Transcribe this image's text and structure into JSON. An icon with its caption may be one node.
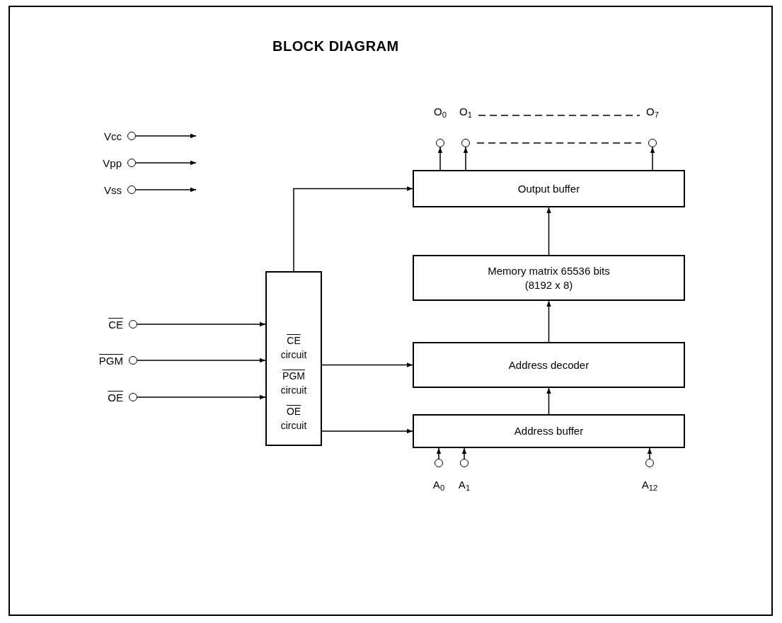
{
  "diagram": {
    "title": "BLOCK DIAGRAM",
    "nodes": [
      {
        "text": [
          "Vcc"
        ]
      },
      {
        "text": [
          "Vpp"
        ]
      },
      {
        "text": [
          "Vss"
        ]
      },
      {
        "text": [
          "CE"
        ]
      },
      {
        "text": [
          "PGM"
        ]
      },
      {
        "text": [
          "OE"
        ]
      },
      {
        "text": [
          "CE",
          "circuit",
          "PGM",
          "circuit",
          "OE",
          "circuit"
        ]
      },
      {
        "text": [
          "Output buffer"
        ]
      },
      {
        "text": [
          "Memory matrix 65536 bits (8192 x 8)"
        ]
      },
      {
        "text": [
          "Address decoder"
        ]
      },
      {
        "text": [
          "Address buffer"
        ]
      },
      {
        "text": [
          "O$_{0}$"
        ]
      },
      {
        "text": [
          "O$_{1}$"
        ]
      },
      {
        "text": [
          "O$_{7}$"
        ]
      },
      {
        "text": [
          "A$_{0}$"
        ]
      },
      {
        "text": [
          "A$_{1}$"
        ]
      },
      {
        "text": [
          "A$_{12}$"
        ]
      }
    ],
    "edges": [
      {
        "from": 0,
        "to": null,
        "arrow": "to"
      },
      {
        "from": 1,
        "to": null,
        "arrow": "to"
      },
      {
        "from": 2,
        "to": null,
        "arrow": "to"
      },
      {
        "from": 3,
        "to": 6,
        "arrow": "to"
      },
      {
        "from": 4,
        "to": 6,
        "arrow": "to"
      },
      {
        "from": 5,
        "to": 6,
        "arrow": "to"
      },
      {
        "from": 6,
        "to": 7,
        "arrow": "to"
      },
      {
        "from": 6,
        "to": 9,
        "arrow": "to"
      },
      {
        "from": 6,
        "to": 10,
        "arrow": "to"
      },
      {
        "from": 10,
        "to": 9,
        "arrow": "to"
      },
      {
        "from": 9,
        "to": 8,
        "arrow": "to"
      },
      {
        "from": 8,
        "to": 7,
        "arrow": "to"
      },
      {
        "from": 7,
        "to": 11,
        "arrow": "to"
      },
      {
        "from": 7,
        "to": 12,
        "arrow": "to"
      },
      {
        "from": 7,
        "to": 13,
        "arrow": "to"
      },
      {
        "from": 12,
        "to": 13,
        "arrow": "none",
        "style": "dashed"
      },
      {
        "from": 14,
        "to": 10,
        "arrow": "to"
      },
      {
        "from": 15,
        "to": 10,
        "arrow": "to"
      },
      {
        "from": 16,
        "to": 10,
        "arrow": "to"
      }
    ]
  }
}
